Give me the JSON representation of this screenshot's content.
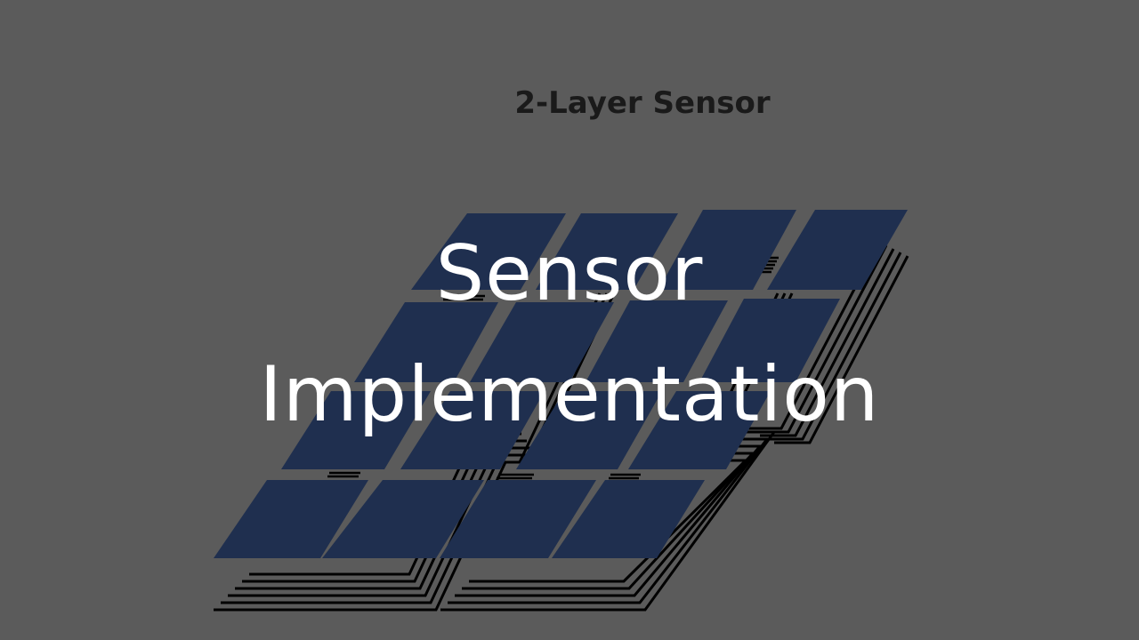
{
  "slide": {
    "diagram_title": "2-Layer Sensor",
    "heading_line_1": "Sensor",
    "heading_line_2": "Implementation",
    "colors": {
      "background": "#5b5b5b",
      "pad": "#1f2f4f",
      "trace": "#000000",
      "heading": "#ffffff"
    }
  }
}
